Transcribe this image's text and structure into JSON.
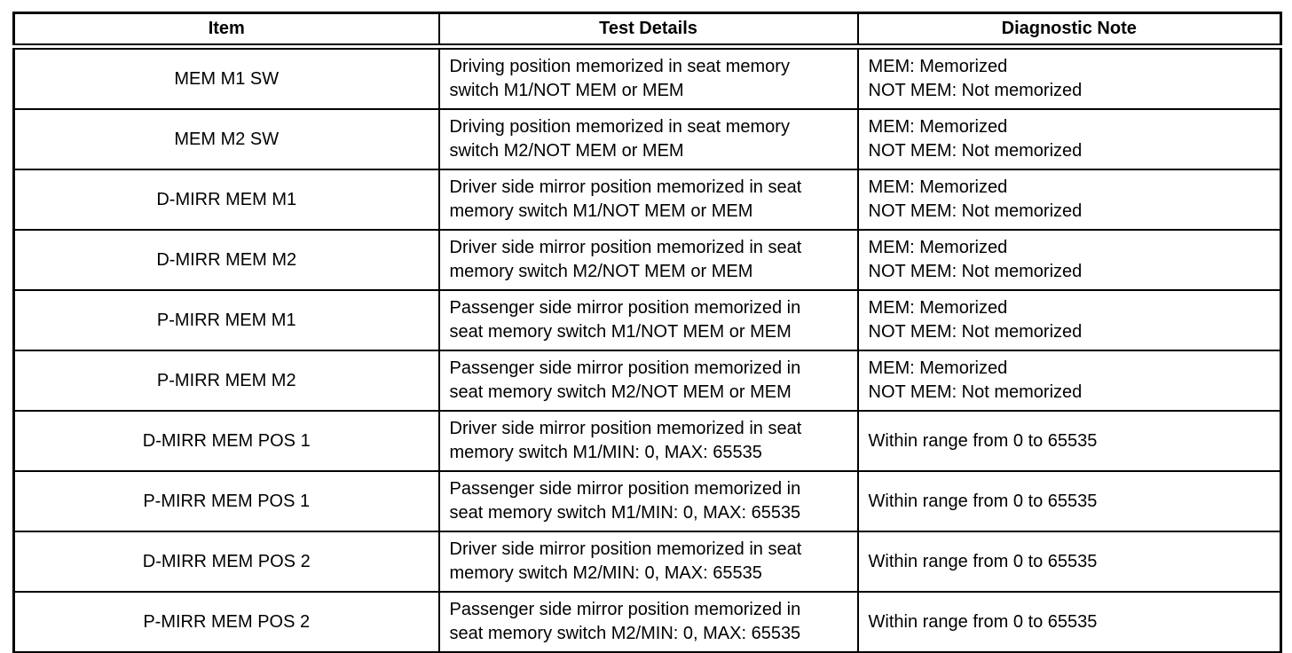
{
  "table": {
    "headers": {
      "item": "Item",
      "test_details": "Test Details",
      "diagnostic_note": "Diagnostic Note"
    },
    "rows": [
      {
        "item": "MEM M1 SW",
        "test_details": "Driving position memorized in seat memory\nswitch M1/NOT MEM or MEM",
        "diagnostic_note": "MEM: Memorized\nNOT MEM: Not memorized"
      },
      {
        "item": "MEM M2 SW",
        "test_details": "Driving position memorized in seat memory\nswitch M2/NOT MEM or MEM",
        "diagnostic_note": "MEM: Memorized\nNOT MEM: Not memorized"
      },
      {
        "item": "D-MIRR MEM M1",
        "test_details": "Driver side mirror position memorized in seat\nmemory switch M1/NOT MEM or MEM",
        "diagnostic_note": "MEM: Memorized\nNOT MEM: Not memorized"
      },
      {
        "item": "D-MIRR MEM M2",
        "test_details": "Driver side mirror position memorized in seat\nmemory switch M2/NOT MEM or MEM",
        "diagnostic_note": "MEM: Memorized\nNOT MEM: Not memorized"
      },
      {
        "item": "P-MIRR MEM M1",
        "test_details": "Passenger side mirror position memorized in\nseat memory switch M1/NOT MEM or MEM",
        "diagnostic_note": "MEM: Memorized\nNOT MEM: Not memorized"
      },
      {
        "item": "P-MIRR MEM M2",
        "test_details": "Passenger side mirror position memorized in\nseat memory switch M2/NOT MEM or MEM",
        "diagnostic_note": "MEM: Memorized\nNOT MEM: Not memorized"
      },
      {
        "item": "D-MIRR MEM POS 1",
        "test_details": "Driver side mirror position memorized in seat\nmemory switch M1/MIN: 0, MAX: 65535",
        "diagnostic_note": "Within range from 0 to 65535"
      },
      {
        "item": "P-MIRR MEM POS 1",
        "test_details": "Passenger side mirror position memorized in\nseat memory switch M1/MIN: 0, MAX: 65535",
        "diagnostic_note": "Within range from 0 to 65535"
      },
      {
        "item": "D-MIRR MEM POS 2",
        "test_details": "Driver side mirror position memorized in seat\nmemory switch M2/MIN: 0, MAX: 65535",
        "diagnostic_note": "Within range from 0 to 65535"
      },
      {
        "item": "P-MIRR MEM POS 2",
        "test_details": "Passenger side mirror position memorized in\nseat memory switch M2/MIN: 0, MAX: 65535",
        "diagnostic_note": "Within range from 0 to 65535"
      }
    ]
  }
}
